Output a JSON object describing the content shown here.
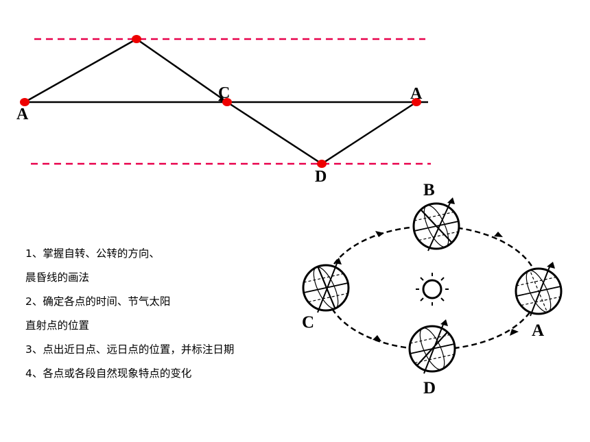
{
  "top_diagram": {
    "labels": {
      "A_left": "A",
      "C": "C",
      "A_right": "A",
      "D": "D"
    }
  },
  "orbit_diagram": {
    "labels": {
      "B": "B",
      "C": "C",
      "A": "A",
      "D": "D"
    }
  },
  "notes": [
    "1、掌握自转、公转的方向、",
    "晨昏线的画法",
    "2、确定各点的时间、节气太阳",
    "直射点的位置",
    "3、点出近日点、远日点的位置，并标注日期",
    "4、各点或各段自然现象特点的变化"
  ],
  "colors": {
    "accent_red": "#e8004a",
    "point_red": "#ee0000",
    "line": "#000000"
  }
}
